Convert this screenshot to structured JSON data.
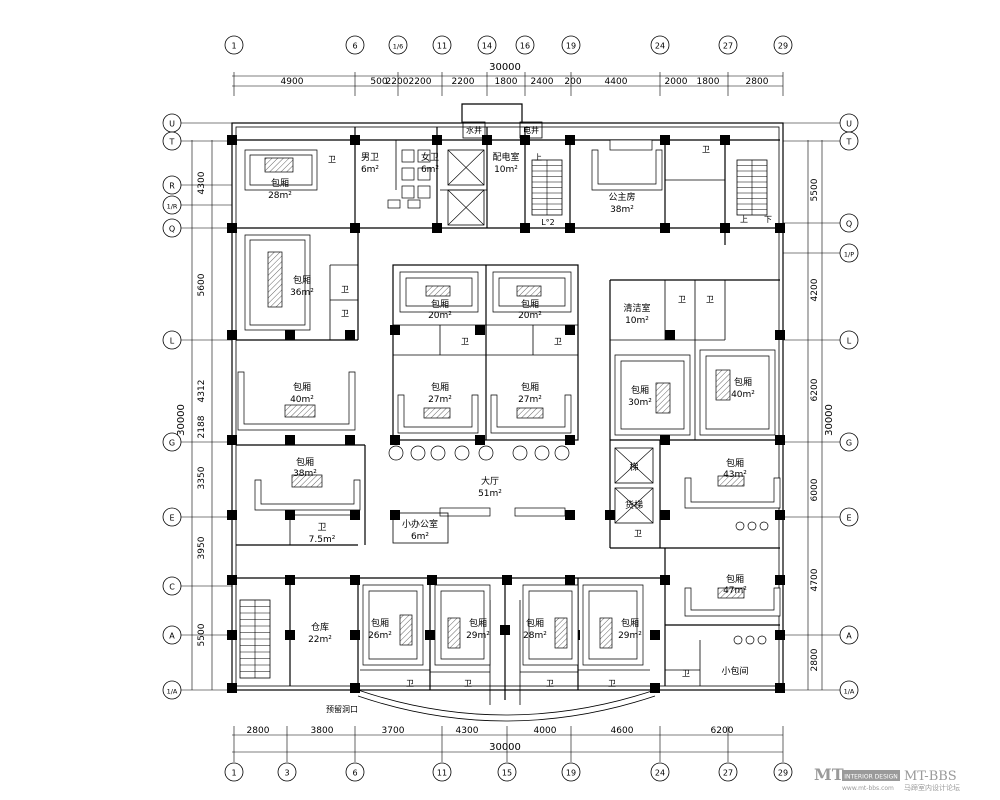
{
  "axes": {
    "top": [
      "1",
      "6",
      "1/6",
      "11",
      "14",
      "16",
      "19",
      "24",
      "27",
      "29"
    ],
    "bottom": [
      "1",
      "3",
      "6",
      "11",
      "15",
      "19",
      "24",
      "27",
      "29"
    ],
    "left": [
      "U",
      "T",
      "R",
      "1/R",
      "Q",
      "L",
      "G",
      "E",
      "C",
      "A",
      "1/A"
    ],
    "right": [
      "U",
      "T",
      "Q",
      "1/P",
      "L",
      "G",
      "E",
      "A",
      "1/A"
    ]
  },
  "dims": {
    "top_total": "30000",
    "top": [
      "4900",
      "500",
      "2200",
      "2200",
      "2200",
      "1800",
      "2400",
      "200",
      "4400",
      "2000",
      "1800",
      "2800"
    ],
    "bottom_total": "30000",
    "bottom": [
      "2800",
      "3800",
      "3700",
      "4300",
      "4000",
      "4600",
      "6200"
    ],
    "left_total": "30000",
    "left": [
      "4300",
      "5600",
      "4312",
      "2188",
      "3350",
      "3950",
      "5500"
    ],
    "right_total": "30000",
    "right": [
      "5500",
      "4200",
      "6200",
      "6000",
      "4700",
      "2800"
    ]
  },
  "rooms": {
    "r1": {
      "name": "包厢",
      "area": "28m²"
    },
    "r2": {
      "name": "包厢",
      "area": "36m²"
    },
    "r3": {
      "name": "包厢",
      "area": "40m²"
    },
    "r4": {
      "name": "包厢",
      "area": "38m²"
    },
    "r5": {
      "name": "包厢",
      "area": "20m²"
    },
    "r6": {
      "name": "包厢",
      "area": "20m²"
    },
    "r7": {
      "name": "包厢",
      "area": "27m²"
    },
    "r8": {
      "name": "包厢",
      "area": "27m²"
    },
    "r9": {
      "name": "包厢",
      "area": "30m²"
    },
    "r10": {
      "name": "包厢",
      "area": "40m²"
    },
    "r11": {
      "name": "包厢",
      "area": "43m²"
    },
    "r12": {
      "name": "包厢",
      "area": "47m²"
    },
    "r13": {
      "name": "包厢",
      "area": "26m²"
    },
    "r14": {
      "name": "包厢",
      "area": "29m²"
    },
    "r15": {
      "name": "包厢",
      "area": "28m²"
    },
    "r16": {
      "name": "包厢",
      "area": "29m²"
    },
    "hall": {
      "name": "大厅",
      "area": "51m²"
    },
    "office": {
      "name": "小办公室",
      "area": "6m²"
    },
    "storage": {
      "name": "仓库",
      "area": "22m²"
    },
    "suite": {
      "name": "公主房",
      "area": "38m²"
    },
    "elec": {
      "name": "配电室",
      "area": "10m²"
    },
    "clean": {
      "name": "清洁室",
      "area": "10m²"
    },
    "wc_m": {
      "name": "男卫",
      "area": "6m²"
    },
    "wc_f": {
      "name": "女卫",
      "area": "6m²"
    },
    "wc_s": {
      "name": "卫",
      "area": "7.5m²"
    },
    "small": {
      "name": "小包间",
      "area": ""
    }
  },
  "labels": {
    "wc": "卫",
    "water_shaft": "水井",
    "elec_shaft": "电井",
    "up": "上",
    "down": "下",
    "lift_passenger": "梯",
    "lift_goods": "货梯",
    "reserved_opening": "预留洞口",
    "lr": "L°2"
  },
  "watermark": {
    "mt": "MT",
    "tag": "INTERIOR DESIGN",
    "site": "MT-BBS",
    "url": "www.mt-bbs.com",
    "cn": "马蹄室内设计论坛"
  },
  "colors": {
    "ink": "#000000",
    "paper": "#ffffff",
    "wm": "#9a9a9a"
  }
}
